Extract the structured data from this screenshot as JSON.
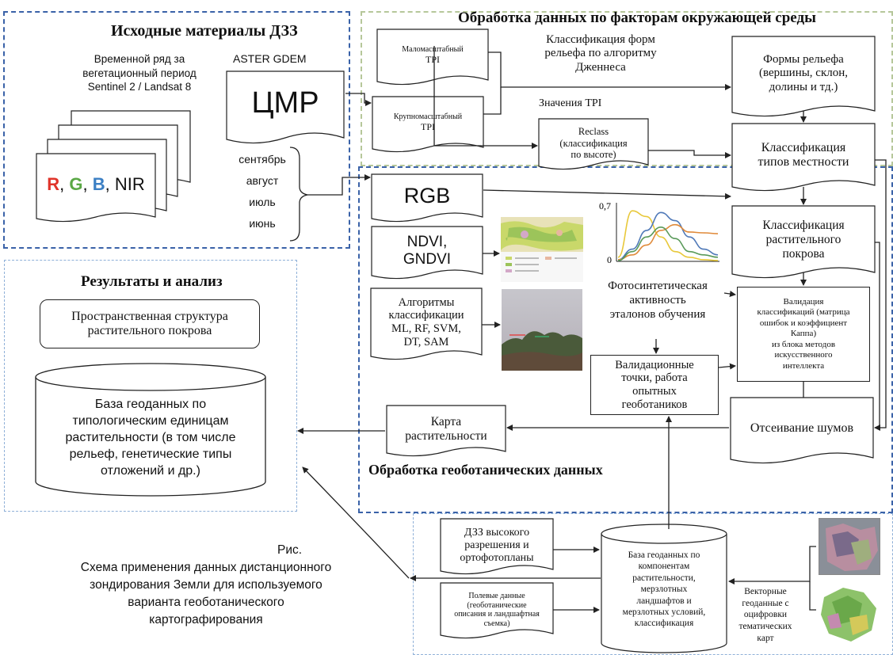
{
  "colors": {
    "accent_blue": "#3a62a8",
    "r": "#e0342a",
    "g": "#5aa845",
    "b": "#3b7fc4"
  },
  "regions": {
    "source": {
      "title": "Исходные материалы ДЗЗ"
    },
    "environment": {
      "title": "Обработка данных по факторам окружающей среды"
    },
    "results": {
      "title": "Результаты и анализ"
    },
    "geobotany": {
      "title": "Обработка геоботанических данных"
    },
    "gis": {
      "title_1": "ГИС",
      "title_2": "данные"
    }
  },
  "source": {
    "series_caption": [
      "Временной ряд за",
      "вегетационный период",
      "Sentinel 2 / Landsat 8"
    ],
    "aster": "ASTER GDEM",
    "dem": "ЦМР",
    "bands": {
      "r": "R",
      "g": "G",
      "b": "B",
      "sep": ", ",
      "nir": "NIR"
    },
    "months": [
      "сентябрь",
      "август",
      "июль",
      "июнь"
    ]
  },
  "environment": {
    "tpi_small": [
      "Маломасштабный",
      "TPI"
    ],
    "tpi_large": [
      "Крупномасштабный",
      "TPI"
    ],
    "jenness": [
      "Классификация форм",
      "рельефа по алгоритму",
      "Дженнеса"
    ],
    "tpi_values": "Значения TPI",
    "reclass": [
      "Reclass",
      "(классификация",
      "по высоте)"
    ],
    "landforms": [
      "Формы рельефа",
      "(вершины, склон,",
      "долины и тд.)"
    ],
    "terrain": [
      "Классификация",
      "типов местности"
    ]
  },
  "geobotany": {
    "rgb": "RGB",
    "ndvi": [
      "NDVI,",
      "GNDVI"
    ],
    "algorithms": [
      "Алгоритмы",
      "классификации",
      "ML, RF, SVM,",
      "DT, SAM"
    ],
    "chart_ymax": "0,7",
    "chart_y0": "0",
    "photosynth": [
      "Фотосинтетическая",
      "активность",
      "эталонов обучения"
    ],
    "vegcover": [
      "Классификация",
      "растительного",
      "покрова"
    ],
    "validation": [
      "Валидация",
      "классификаций (матрица",
      "ошибок и коэффициент",
      "Каппа)",
      "из блока методов",
      "искусственного",
      "интеллекта"
    ],
    "valpoints": [
      "Валидационные",
      "точки, работа",
      "опытных",
      "геоботаников"
    ],
    "noise": "Отсеивание шумов",
    "vegmap": [
      "Карта",
      "растительности"
    ]
  },
  "results": {
    "structure": [
      "Пространственная структура",
      "растительного покрова"
    ],
    "database": [
      "База геоданных по",
      "типологическим единицам",
      "растительности (в том числе",
      "рельеф, генетические типы",
      "отложений и др.)"
    ]
  },
  "gis": {
    "hires": [
      "ДЗЗ высокого",
      "разрешения и",
      "ортофотопланы"
    ],
    "field": [
      "Полевые данные",
      "(геоботанические",
      "описания и ландшафтная",
      "съемка)"
    ],
    "db": [
      "База геоданных по",
      "компонентам",
      "растительности,",
      "мерзлотных",
      "ландшафтов и",
      "мерзлотных условий,",
      "классификация"
    ],
    "vector": [
      "Векторные",
      "геоданные с",
      "оцифровки",
      "тематических",
      "карт"
    ]
  },
  "caption": [
    "Рис.",
    "Схема применения данных дистанционного",
    "зондирования Земли для используемого",
    "варианта  геоботанического",
    "картографирования"
  ],
  "chart_data": {
    "type": "line",
    "title": "",
    "xlabel": "",
    "ylabel": "",
    "ylim": [
      0,
      0.7
    ],
    "yticks": [
      "0,7",
      "0"
    ],
    "series": [
      {
        "color": "#e8c83a",
        "values": [
          0.05,
          0.62,
          0.55,
          0.3,
          0.12,
          0.05,
          0.02,
          0.01
        ]
      },
      {
        "color": "#4f79b8",
        "values": [
          0.02,
          0.15,
          0.38,
          0.6,
          0.5,
          0.3,
          0.15,
          0.08
        ]
      },
      {
        "color": "#e08a3a",
        "values": [
          0.02,
          0.08,
          0.2,
          0.38,
          0.45,
          0.36,
          0.35,
          0.34
        ]
      },
      {
        "color": "#5a9a5a",
        "values": [
          0.01,
          0.12,
          0.3,
          0.42,
          0.28,
          0.12,
          0.08,
          0.05
        ]
      }
    ]
  }
}
